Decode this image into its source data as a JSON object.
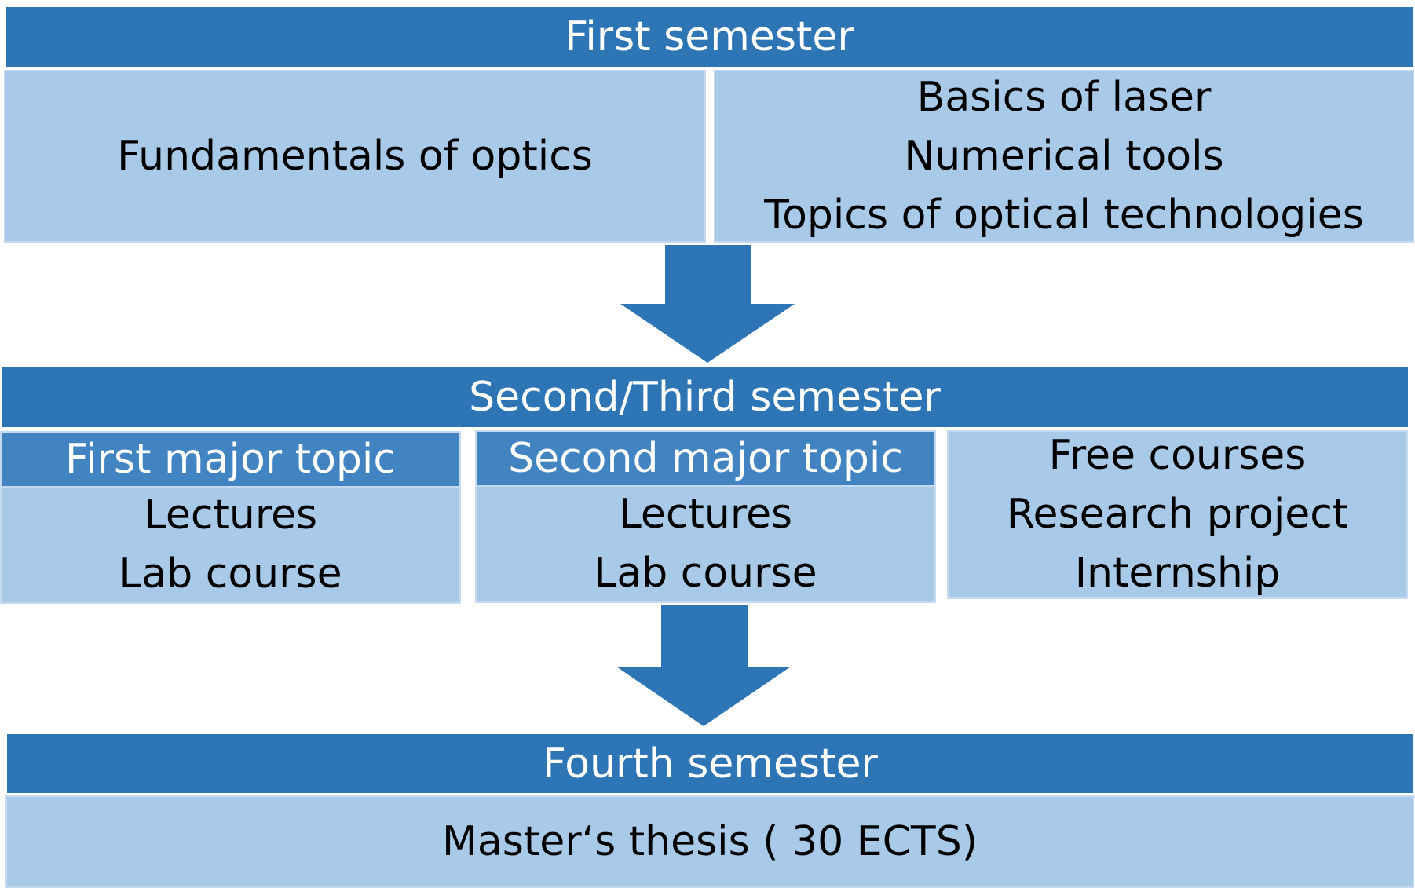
{
  "first_semester": {
    "title": "First semester",
    "left_items": [
      "Fundamentals of optics"
    ],
    "right_items": [
      "Basics of laser",
      "Numerical tools",
      "Topics of optical technologies"
    ]
  },
  "second_third_semester": {
    "title": "Second/Third semester",
    "first_major": {
      "title": "First major topic",
      "items": [
        "Lectures",
        "Lab course"
      ]
    },
    "second_major": {
      "title": "Second major topic",
      "items": [
        "Lectures",
        "Lab course"
      ]
    },
    "free": {
      "items": [
        "Free courses",
        "Research project",
        "Internship"
      ]
    }
  },
  "fourth_semester": {
    "title": "Fourth semester",
    "items": [
      "Master‘s thesis ( 30 ECTS)"
    ]
  },
  "colors": {
    "header": "#2e75b6",
    "subheader": "#4284c2",
    "content": "#a8c9e7",
    "arrow": "#2e75b6"
  },
  "icons": [
    "down-arrow-icon",
    "down-arrow-icon"
  ]
}
